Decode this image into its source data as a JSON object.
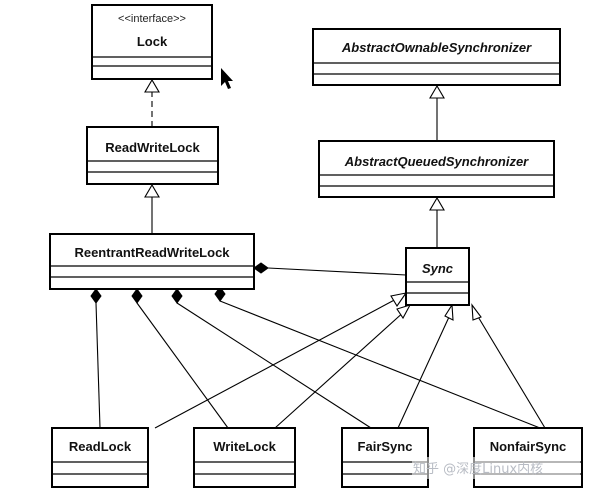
{
  "classes": [
    {
      "id": "lock",
      "stereotype": "<<interface>>",
      "name": "Lock",
      "italic": false
    },
    {
      "id": "read-write-lock",
      "name": "ReadWriteLock",
      "italic": false
    },
    {
      "id": "reentrant-read-write-lock",
      "name": "ReentrantReadWriteLock",
      "italic": false
    },
    {
      "id": "abstract-ownable-synchronizer",
      "name": "AbstractOwnableSynchronizer",
      "italic": true
    },
    {
      "id": "abstract-queued-synchronizer",
      "name": "AbstractQueuedSynchronizer",
      "italic": true
    },
    {
      "id": "sync",
      "name": "Sync",
      "italic": true
    },
    {
      "id": "read-lock",
      "name": "ReadLock",
      "italic": false
    },
    {
      "id": "write-lock",
      "name": "WriteLock",
      "italic": false
    },
    {
      "id": "fair-sync",
      "name": "FairSync",
      "italic": false
    },
    {
      "id": "nonfair-sync",
      "name": "NonfairSync",
      "italic": false
    }
  ],
  "relations": [
    {
      "from": "read-write-lock",
      "to": "lock",
      "kind": "realization"
    },
    {
      "from": "reentrant-read-write-lock",
      "to": "read-write-lock",
      "kind": "generalization"
    },
    {
      "from": "abstract-queued-synchronizer",
      "to": "abstract-ownable-synchronizer",
      "kind": "generalization"
    },
    {
      "from": "sync",
      "to": "abstract-queued-synchronizer",
      "kind": "generalization"
    },
    {
      "from": "reentrant-read-write-lock",
      "to": "sync",
      "kind": "composition"
    },
    {
      "from": "reentrant-read-write-lock",
      "to": "read-lock",
      "kind": "composition"
    },
    {
      "from": "reentrant-read-write-lock",
      "to": "write-lock",
      "kind": "composition"
    },
    {
      "from": "reentrant-read-write-lock",
      "to": "fair-sync",
      "kind": "composition"
    },
    {
      "from": "reentrant-read-write-lock",
      "to": "nonfair-sync",
      "kind": "composition"
    },
    {
      "from": "read-lock",
      "to": "sync",
      "kind": "generalization"
    },
    {
      "from": "write-lock",
      "to": "sync",
      "kind": "generalization"
    },
    {
      "from": "fair-sync",
      "to": "sync",
      "kind": "generalization"
    },
    {
      "from": "nonfair-sync",
      "to": "sync",
      "kind": "generalization"
    }
  ],
  "watermark": {
    "text": "知乎 @深度Linux内核"
  }
}
